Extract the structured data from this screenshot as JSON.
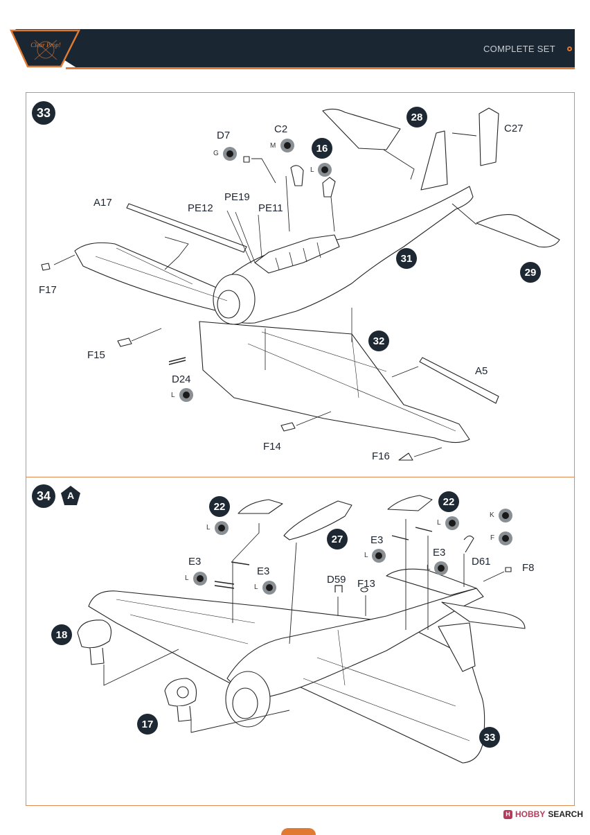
{
  "header": {
    "title": "COMPLETE SET",
    "logo_text": "Clear Prop!"
  },
  "steps": {
    "s33": "33",
    "s34": "34",
    "variant": "A",
    "s28": "28",
    "s16": "16",
    "s31": "31",
    "s29": "29",
    "s32": "32",
    "s22a": "22",
    "s27": "27",
    "s22b": "22",
    "s18": "18",
    "s17": "17",
    "s33b": "33"
  },
  "parts": {
    "D7": "D7",
    "C2": "C2",
    "C27": "C27",
    "A17": "A17",
    "PE19": "PE19",
    "PE12": "PE12",
    "PE11": "PE11",
    "F17": "F17",
    "F15": "F15",
    "D24": "D24",
    "A5": "A5",
    "F14": "F14",
    "F16": "F16",
    "E3a": "E3",
    "E3b": "E3",
    "E3c": "E3",
    "E3d": "E3",
    "D59": "D59",
    "F13": "F13",
    "D61": "D61",
    "F8": "F8"
  },
  "paint_codes": {
    "G": "G",
    "M": "M",
    "L": "L",
    "K": "K",
    "F": "F"
  },
  "watermark": {
    "icon": "H",
    "hobby": "HOBBY",
    "search": "SEARCH"
  },
  "colors": {
    "header_bg": "#1a2632",
    "accent": "#e07a33",
    "badge": "#1d2833"
  }
}
